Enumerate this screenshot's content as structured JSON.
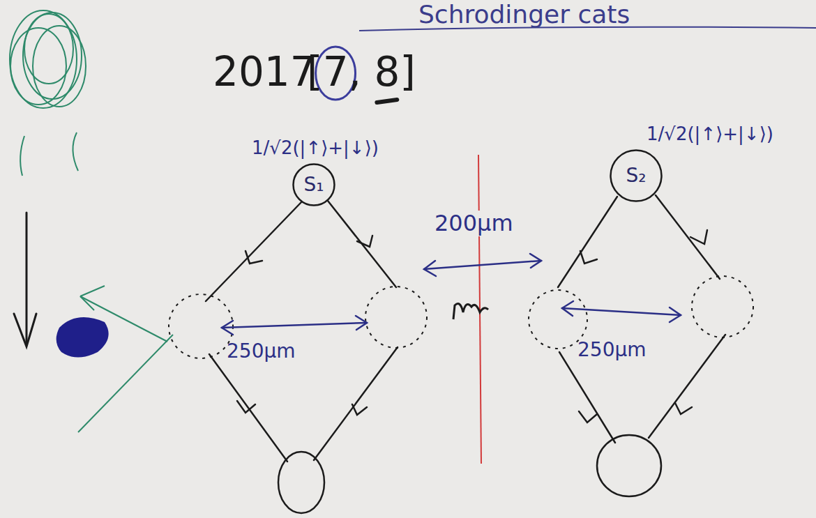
{
  "diagram": {
    "title": "Schrodinger cats",
    "nodes": [
      {
        "text": [
          "1/√2(|↑⟩+|↓⟩)",
          "S₁"
        ]
      },
      {
        "text": [
          "1/√2(|↑⟩+|↓⟩)",
          "S₂"
        ]
      }
    ],
    "labels": [
      "2017",
      "[7, 8]",
      "200μm",
      "250μm",
      "250μm"
    ]
  }
}
